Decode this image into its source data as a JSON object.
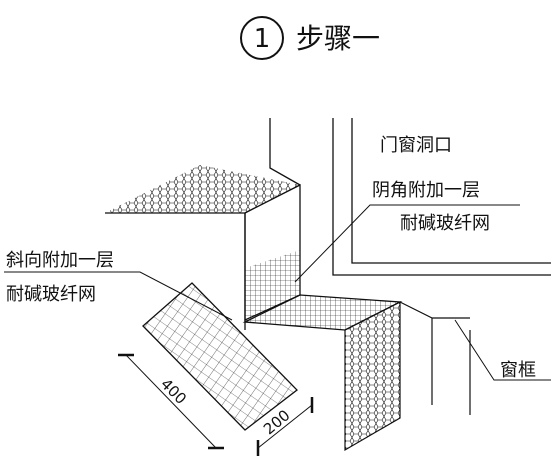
{
  "title": {
    "step_number": "1",
    "text": "步骤一"
  },
  "labels": {
    "opening": "门窗洞口",
    "corner_line1": "阴角附加一层",
    "corner_line2": "耐碱玻纤网",
    "diagonal_line1": "斜向附加一层",
    "diagonal_line2": "耐碱玻纤网",
    "frame": "窗框"
  },
  "dimensions": {
    "length": "400",
    "width": "200"
  },
  "colors": {
    "ink": "#111111",
    "background": "#ffffff"
  }
}
